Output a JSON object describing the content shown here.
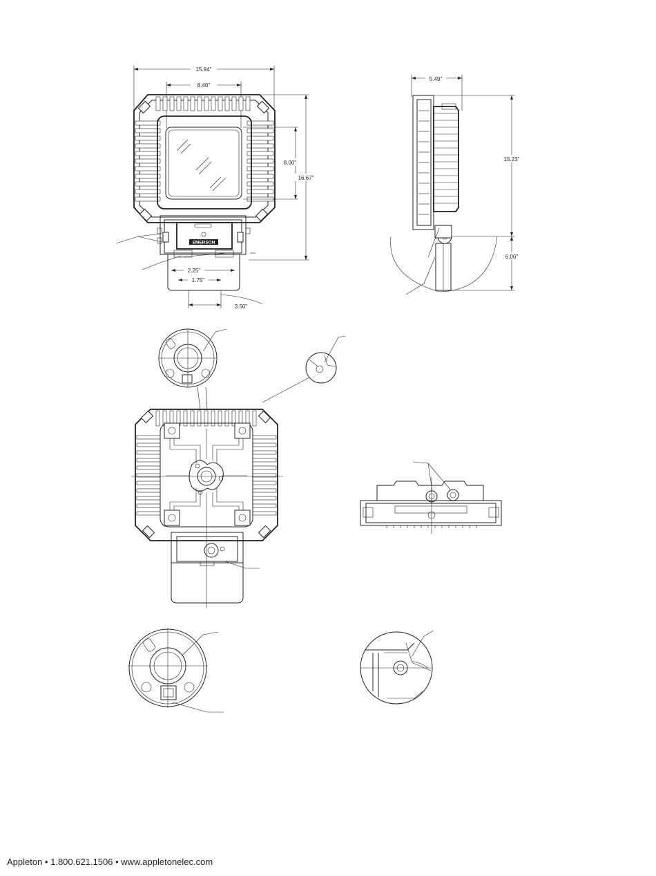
{
  "dimensions": {
    "front_width": "15.94\"",
    "front_inner_width": "8.40\"",
    "front_lens_height": "8.00\"",
    "front_height": "16.67\"",
    "bracket_2_25": "2.25\"",
    "bracket_1_75": "1.75\"",
    "bracket_3_50": "3.50\"",
    "side_depth": "5.49\"",
    "side_height": "15.23\"",
    "side_swing": "6.00\""
  },
  "brand_plate": "EMERSON",
  "footer": {
    "text": "Appleton • 1.800.621.1506 • www.appletonelec.com"
  }
}
